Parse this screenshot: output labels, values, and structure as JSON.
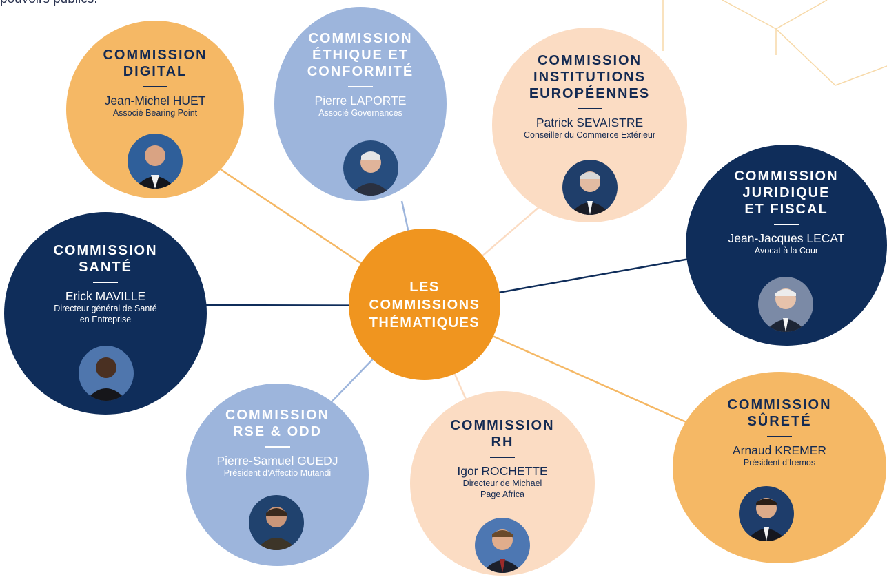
{
  "intro_text_fragment": "pouvoirs publics.",
  "center": {
    "title": "LES\nCOMMISSIONS\nTHÉMATIQUES"
  },
  "commissions": [
    {
      "id": "digital",
      "title": "COMMISSION\nDIGITAL",
      "name": "Jean-Michel HUET",
      "role": "Associé Bearing Point"
    },
    {
      "id": "ethique",
      "title": "COMMISSION\nÉTHIQUE ET\nCONFORMITÉ",
      "name": "Pierre LAPORTE",
      "role": "Associé Governances"
    },
    {
      "id": "europe",
      "title": "COMMISSION\nINSTITUTIONS\nEUROPÉENNES",
      "name": "Patrick SEVAISTRE",
      "role": "Conseiller du Commerce Extérieur"
    },
    {
      "id": "juridique",
      "title": "COMMISSION\nJURIDIQUE\nET FISCAL",
      "name": "Jean-Jacques LECAT",
      "role": "Avocat à la Cour"
    },
    {
      "id": "sante",
      "title": "COMMISSION\nSANTÉ",
      "name": "Erick MAVILLE",
      "role": "Directeur général de Santé\nen Entreprise"
    },
    {
      "id": "rse",
      "title": "COMMISSION\nRSE & ODD",
      "name": "Pierre-Samuel GUEDJ",
      "role": "Président d’Affectio Mutandi"
    },
    {
      "id": "rh",
      "title": "COMMISSION\nRH",
      "name": "Igor ROCHETTE",
      "role": "Directeur de Michael\nPage Africa"
    },
    {
      "id": "surete",
      "title": "COMMISSION\nSÛRETÉ",
      "name": "Arnaud KREMER",
      "role": "Président d’Iremos"
    }
  ],
  "colors": {
    "center": "#f0951f",
    "orange_circle": "#f5b865",
    "blue_circle": "#9db5dc",
    "peach_circle": "#fbdcc3",
    "navy_circle": "#0f2d5a",
    "navy_text": "#142a52",
    "decor_line": "#f7d9a8"
  }
}
